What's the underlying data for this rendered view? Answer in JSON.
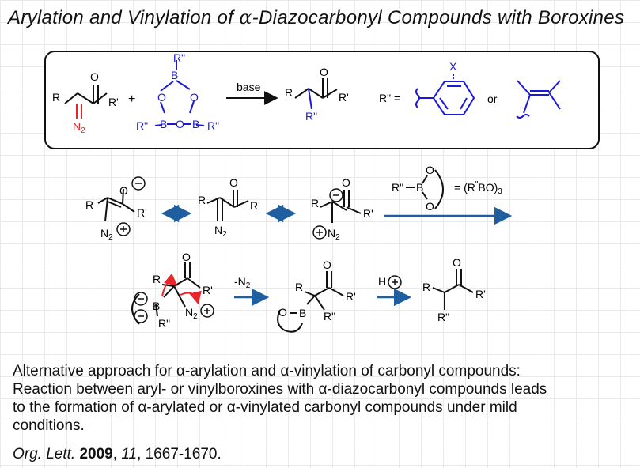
{
  "title": {
    "pre": "Arylation and Vinylation of ",
    "greek": "α",
    "post": "-Diazocarbonyl Compounds with Boroxines"
  },
  "scheme": {
    "r": "R",
    "r_prime": "R'",
    "r_dbl": "R\"",
    "o": "O",
    "b": "B",
    "n2": "N",
    "n2_sub": "2",
    "plus": "+",
    "base": "base",
    "r_eq": "R\" =",
    "or": "or",
    "x": "X",
    "eq_rbo": "= (R",
    "eq_rbo_sup": "\"",
    "eq_rbo_end": "BO)",
    "eq_rbo_sub": "3",
    "minus_n2": "-N",
    "h": "H",
    "charge_minus": "−",
    "charge_plus": "+"
  },
  "description": {
    "l1_a": "Alternative approach for ",
    "l1_b": "α",
    "l1_c": "-arylation and ",
    "l1_d": "α",
    "l1_e": "-vinylation of carbonyl compounds:",
    "l2_a": "Reaction between aryl- or vinylboroxines with ",
    "l2_b": "α",
    "l2_c": "-diazocarbonyl compounds leads",
    "l3_a": "to the formation of ",
    "l3_b": "α",
    "l3_c": "-arylated or ",
    "l3_d": "α",
    "l3_e": "-vinylated carbonyl compounds under mild",
    "l4": "conditions."
  },
  "citation": {
    "journal": "Org. Lett.",
    "year": "2009",
    "volume": "11",
    "pages": ", 1667-1670."
  },
  "colors": {
    "red": "#e8252a",
    "blue": "#1a1ad6",
    "arrow_blue": "#1f5fa0"
  }
}
